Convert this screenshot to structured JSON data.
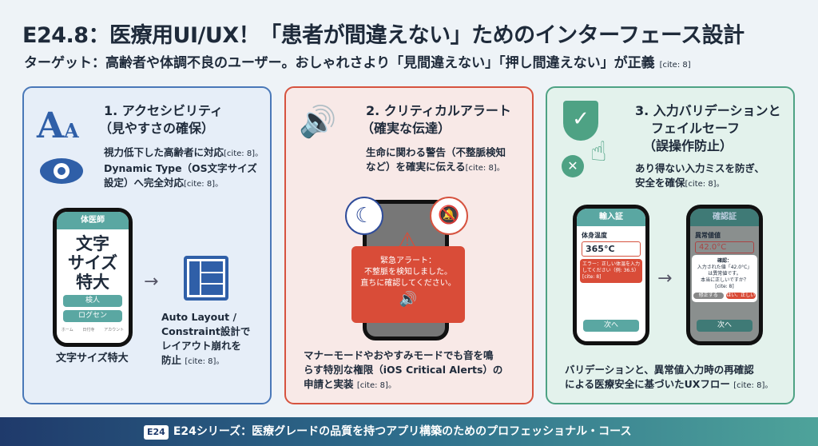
{
  "title": "E24.8：医療用UI/UX！「患者が間違えない」ためのインターフェース設計",
  "subtitle": "ターゲット：高齢者や体調不良のユーザー。おしゃれさより「見間違えない」「押し間違えない」が正義",
  "subtitle_cite": "[cite: 8]",
  "panels": [
    {
      "title1": "1. アクセシビリティ",
      "title2": "（見やすさの確保）",
      "text1": "視力低下した高齢者に対応",
      "cite1": "[cite: 8]。",
      "text2": "Dynamic Type（OS文字サイズ",
      "text3": "設定）へ完全対応",
      "cite2": "[cite: 8]。",
      "phone": {
        "header": "体医師",
        "big1": "文字",
        "big2": "サイズ",
        "big3": "特大",
        "btn1": "検人",
        "btn2": "ログセン",
        "nav": [
          "ホーム",
          "日付寺",
          "アカウント"
        ]
      },
      "phone_caption": "文字サイズ特大",
      "layout1": "Auto Layout /",
      "layout2": "Constraint設計で",
      "layout3": "レイアウト崩れを",
      "layout4": "防止",
      "layout_cite": "[cite: 8]。"
    },
    {
      "title1": "2. クリティカルアラート",
      "title2": "（確実な伝達）",
      "text1": "生命に関わる警告（不整脈検知",
      "text2": "など）を確実に伝える",
      "cite": "[cite: 8]。",
      "alert": {
        "l1": "緊急アラート：",
        "l2": "不整脈を検知しました。",
        "l3": "直ちに確認してください。"
      },
      "bottom1": "マナーモードやおやすみモードでも音を鳴",
      "bottom2": "らす特別な権限（iOS Critical Alerts）の",
      "bottom3": "申請と実装",
      "bottom_cite": "[cite: 8]。"
    },
    {
      "title1": "3. 入力バリデーションと",
      "title2": "フェイルセーフ",
      "title3": "（誤操作防止）",
      "text1": "あり得ない入力ミスを防ぎ、",
      "text2": "安全を確保",
      "cite": "[cite: 8]。",
      "phoneA": {
        "header": "輸入証",
        "label": "体身温度",
        "value": "365°C",
        "error1": "エラー：正しい体温を入力",
        "error2": "してください（例: 36.5）",
        "error_cite": "[cite: 8]",
        "next": "次へ"
      },
      "phoneB": {
        "header": "確認証",
        "label": "異常値値",
        "value": "42.0°C",
        "c1": "確認：",
        "c2": "入力された値「42.0°C」",
        "c3": "は異常値です。",
        "c4": "本当に正しいですか？",
        "c_cite": "[cite: 8]",
        "fix": "修正する",
        "yes": "はい、正しい",
        "next": "次へ"
      },
      "bottom1": "バリデーションと、異常値入力時の再確認",
      "bottom2": "による医療安全に基づいたUXフロー",
      "bottom_cite": "[cite: 8]。"
    }
  ],
  "footer": {
    "badge": "E24",
    "text": "E24シリーズ：医療グレードの品質を持つアプリ構築のためのプロフェッショナル・コース"
  },
  "colors": {
    "blue": "#4978b8",
    "red": "#d6533f",
    "green": "#4ea284",
    "teal": "#5aa7a2"
  }
}
